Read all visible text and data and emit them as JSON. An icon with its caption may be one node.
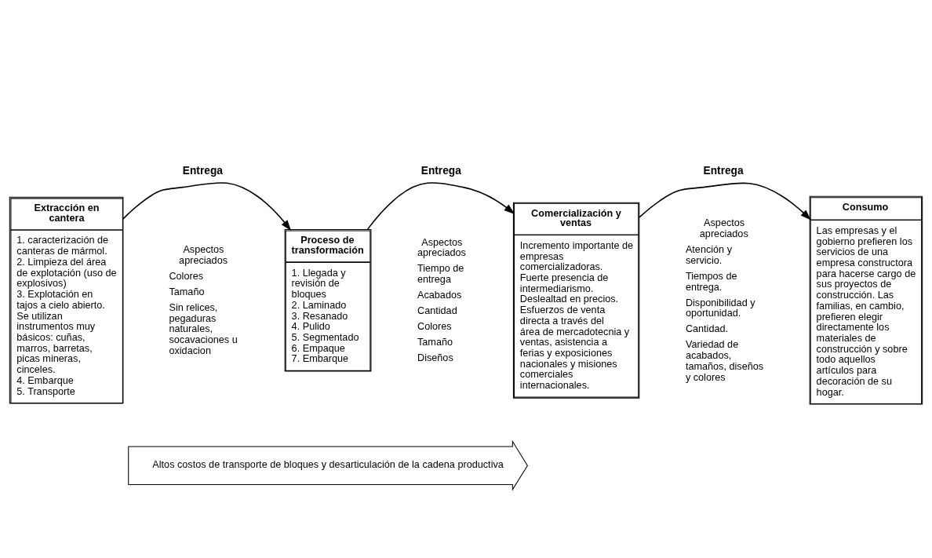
{
  "diagram": {
    "nodes": [
      {
        "text": [
          "Extracción en cantera",
          "1. caracterización de canteras de mármol.",
          "2. Limpieza del área de explotación (uso de explosivos)",
          "3. Explotación en tajos a cielo abierto. Se utilizan instrumentos muy básicos: cuñas, marros, barretas, picas mineras, cinceles.",
          "4. Embarque",
          "5. Transporte"
        ]
      },
      {
        "text": [
          "Proceso de transformación",
          "1. Llegada y revisión de bloques",
          "2. Laminado",
          "3. Resanado",
          "4. Pulido",
          "5. Segmentado",
          "6. Empaque",
          "7. Embarque"
        ]
      },
      {
        "text": [
          "Comercialización y ventas",
          "Incremento importante de empresas comercializadoras. Fuerte presencia de intermediarismo. Deslealtad en precios. Esfuerzos de venta directa a través del área de mercadotecnia y ventas, asistencia a ferias y exposiciones nacionales y misiones comerciales internacionales."
        ]
      },
      {
        "text": [
          "Consumo",
          "Las empresas y el gobierno prefieren los servicios de una empresa constructora para hacerse cargo de sus proyectos de construcción. Las familias, en cambio, prefieren elegir directamente los materiales de construcción y sobre todo aquellos artículos para decoración de su hogar."
        ]
      },
      {
        "text": [
          "Altos costos de transporte de bloques y desarticulación de la cadena productiva"
        ]
      }
    ],
    "edges": [
      {
        "from": 0,
        "to": 1,
        "arrow": "to",
        "label": "Entrega"
      },
      {
        "from": 1,
        "to": 2,
        "arrow": "to",
        "label": "Entrega"
      },
      {
        "from": 2,
        "to": 3,
        "arrow": "to",
        "label": "Entrega"
      }
    ],
    "labels": [
      "Aspectos apreciados",
      "Colores",
      "Tamaño",
      "Sin relices, pegaduras naturales, socavaciones u oxidacion",
      "Aspectos apreciados",
      "Tiempo de entrega",
      "Acabados",
      "Cantidad",
      "Colores",
      "Tamaño",
      "Diseños",
      "Aspectos apreciados",
      "Atención y servicio.",
      "Tiempos de entrega.",
      "Disponibilidad y oportunidad.",
      "Cantidad.",
      "Variedad de acabados, tamaños, diseños y colores"
    ]
  }
}
